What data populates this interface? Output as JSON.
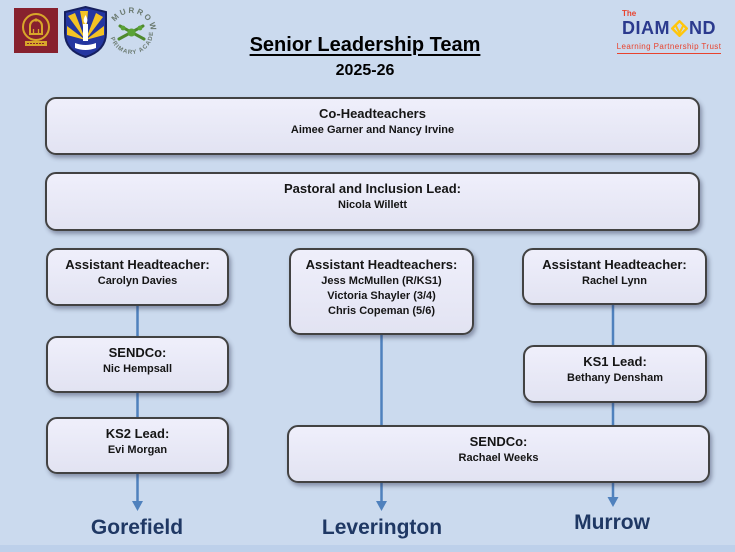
{
  "page": {
    "title": "Senior Leadership Team",
    "year": "2025-26"
  },
  "trust_logo": {
    "the": "The",
    "name_part1": "DIAM",
    "name_part2": "ND",
    "tagline": "Learning Partnership Trust"
  },
  "school_logos": {
    "murrow_top": "MURROW",
    "murrow_bottom": "PRIMARY ACADEMY"
  },
  "org": {
    "co_headteachers": {
      "role": "Co-Headteachers",
      "names": "Aimee Garner and Nancy Irvine"
    },
    "pastoral_lead": {
      "role": "Pastoral and Inclusion Lead:",
      "names": "Nicola Willett"
    },
    "gorefield": {
      "assistant_head": {
        "role": "Assistant Headteacher:",
        "names": "Carolyn Davies"
      },
      "sendco": {
        "role": "SENDCo:",
        "names": "Nic Hempsall"
      },
      "ks2_lead": {
        "role": "KS2 Lead:",
        "names": "Evi Morgan"
      },
      "school": "Gorefield"
    },
    "leverington": {
      "assistant_heads": {
        "role": "Assistant Headteachers:",
        "name1": "Jess McMullen (R/KS1)",
        "name2": "Victoria Shayler (3/4)",
        "name3": "Chris Copeman (5/6)"
      },
      "school": "Leverington"
    },
    "murrow": {
      "assistant_head": {
        "role": "Assistant Headteacher:",
        "names": "Rachel Lynn"
      },
      "ks1_lead": {
        "role": "KS1 Lead:",
        "names": "Bethany Densham"
      },
      "school": "Murrow"
    },
    "shared_sendco": {
      "role": "SENDCo:",
      "names": "Rachael Weeks"
    }
  },
  "colors": {
    "background": "#cbdaee",
    "box_fill": "#e9eaf6",
    "box_border": "#424242",
    "connector_blue": "#4f81bd",
    "school_text": "#1f3864",
    "trust_blue": "#2b3a8e",
    "trust_red": "#e8432e",
    "diamond_yellow": "#ffc60b",
    "gorefield_maroon": "#87212e",
    "gorefield_gold": "#d8a62a",
    "leverington_blue": "#2436a0",
    "leverington_yellow": "#f4c324",
    "murrow_green": "#4f8a2e"
  }
}
